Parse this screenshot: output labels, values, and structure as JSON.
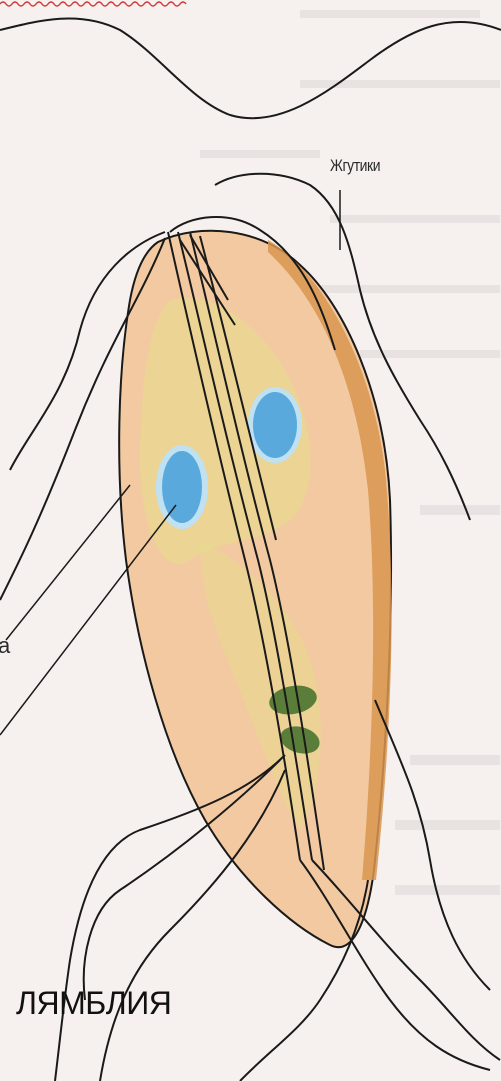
{
  "labels": {
    "flagella": "Жгутики",
    "partial_left": "a"
  },
  "caption": "ЛЯМБЛИЯ",
  "colors": {
    "background": "#f6f1ee",
    "body_fill": "#f2c9a0",
    "body_edge": "#d9954f",
    "nucleus": "#5aa9dc",
    "nucleus_rim": "#bfe1f2",
    "cytoplasm_yellow": "#e6dd8a",
    "median_bodies": "#5b7d3a",
    "outline": "#1a1a1a",
    "spellcheck_underline": "#d23a3a"
  }
}
